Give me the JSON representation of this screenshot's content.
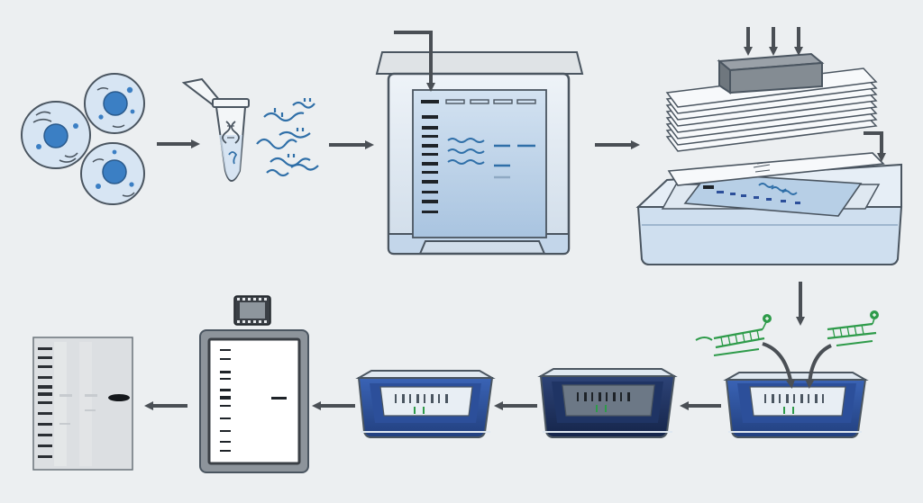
{
  "diagram": {
    "caption": "",
    "steps": [
      {
        "id": "cells",
        "icon": "cell-culture-icon"
      },
      {
        "id": "extraction",
        "icon": "microtube-icon"
      },
      {
        "id": "nucleic-acids",
        "icon": "rna-strands-icon"
      },
      {
        "id": "gel-electrophoresis",
        "icon": "gel-tank-icon"
      },
      {
        "id": "capillary-transfer",
        "icon": "blot-stack-icon"
      },
      {
        "id": "probe-hybridization",
        "icon": "probe-tray-icon"
      },
      {
        "id": "wash-1",
        "icon": "wash-tray-icon"
      },
      {
        "id": "wash-2",
        "icon": "wash-tray-icon"
      },
      {
        "id": "film-exposure",
        "icon": "film-cassette-icon"
      },
      {
        "id": "autoradiograph",
        "icon": "blot-result-icon"
      }
    ],
    "colors": {
      "background": "#eceff1",
      "outline": "#4a5560",
      "nucleus": "#3b7fc4",
      "strand": "#2f6fa8",
      "probe": "#2e9b4a",
      "tray_blue": "#2c4f9a",
      "tray_dark": "#1f3464",
      "gel_blue": "#bcd3ea",
      "arrow": "#4a4f55",
      "band_dark": "#1e2328"
    }
  }
}
